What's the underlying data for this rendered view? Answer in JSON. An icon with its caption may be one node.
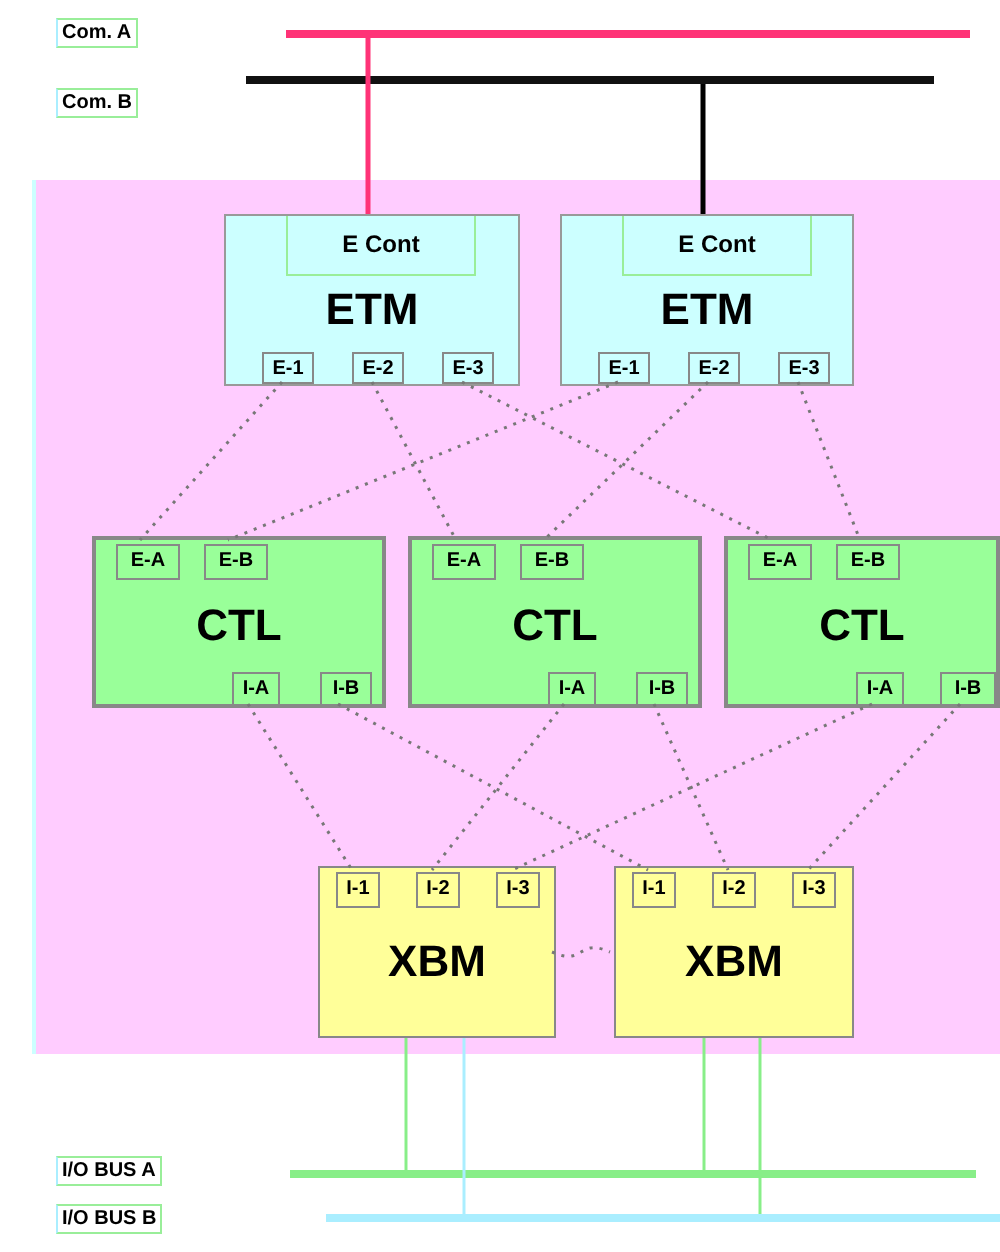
{
  "diagram": {
    "nodes": [
      {
        "text": [],
        "shape": "bar"
      },
      {
        "text": [],
        "shape": "bar"
      },
      {
        "text": [],
        "shape": "box"
      },
      {
        "text": [
          "ETM"
        ],
        "in": 2
      },
      {
        "text": [
          "E Cont"
        ],
        "in": 3
      },
      {
        "text": [
          "E-1"
        ],
        "in": 3
      },
      {
        "text": [
          "E-2"
        ],
        "in": 3
      },
      {
        "text": [
          "E-3"
        ],
        "in": 3
      },
      {
        "text": [
          "ETM"
        ],
        "in": 2
      },
      {
        "text": [
          "E Cont"
        ],
        "in": 8
      },
      {
        "text": [
          "E-1"
        ],
        "in": 8
      },
      {
        "text": [
          "E-2"
        ],
        "in": 8
      },
      {
        "text": [
          "E-3"
        ],
        "in": 8
      },
      {
        "text": [
          "CTL"
        ],
        "in": 2
      },
      {
        "text": [
          "E-A"
        ],
        "in": 13
      },
      {
        "text": [
          "E-B"
        ],
        "in": 13
      },
      {
        "text": [
          "I-A"
        ],
        "in": 13
      },
      {
        "text": [
          "I-B"
        ],
        "in": 13
      },
      {
        "text": [
          "CTL"
        ],
        "in": 2
      },
      {
        "text": [
          "E-A"
        ],
        "in": 18
      },
      {
        "text": [
          "E-B"
        ],
        "in": 18
      },
      {
        "text": [
          "I-A"
        ],
        "in": 18
      },
      {
        "text": [
          "I-B"
        ],
        "in": 18
      },
      {
        "text": [
          "CTL"
        ],
        "in": 2
      },
      {
        "text": [
          "E-A"
        ],
        "in": 23
      },
      {
        "text": [
          "E-B"
        ],
        "in": 23
      },
      {
        "text": [
          "I-A"
        ],
        "in": 23
      },
      {
        "text": [
          "I-B"
        ],
        "in": 23
      },
      {
        "text": [
          "XBM"
        ],
        "in": 2
      },
      {
        "text": [
          "I-1"
        ],
        "in": 28
      },
      {
        "text": [
          "I-2"
        ],
        "in": 28
      },
      {
        "text": [
          "I-3"
        ],
        "in": 28
      },
      {
        "text": [
          "XBM"
        ],
        "in": 2
      },
      {
        "text": [
          "I-1"
        ],
        "in": 32
      },
      {
        "text": [
          "I-2"
        ],
        "in": 32
      },
      {
        "text": [
          "I-3"
        ],
        "in": 32
      },
      {
        "text": [],
        "shape": "bar"
      },
      {
        "text": [],
        "shape": "bar"
      }
    ],
    "labels": [
      "Com. A",
      "Com. B",
      "I/O BUS  A",
      "I/O BUS  B"
    ],
    "edges": [
      {
        "from": 0,
        "to": 3,
        "arrow": "none",
        "color": "#ff3377"
      },
      {
        "from": 1,
        "to": 8,
        "arrow": "none",
        "color": "#000000"
      },
      {
        "from": 5,
        "to": 14,
        "arrow": "none",
        "style": "dashed"
      },
      {
        "from": 6,
        "to": 19,
        "arrow": "none",
        "style": "dashed"
      },
      {
        "from": 7,
        "to": 24,
        "arrow": "none",
        "style": "dashed"
      },
      {
        "from": 10,
        "to": 15,
        "arrow": "none",
        "style": "dashed"
      },
      {
        "from": 11,
        "to": 20,
        "arrow": "none",
        "style": "dashed"
      },
      {
        "from": 12,
        "to": 25,
        "arrow": "none",
        "style": "dashed"
      },
      {
        "from": 16,
        "to": 29,
        "arrow": "none",
        "style": "dashed"
      },
      {
        "from": 17,
        "to": 33,
        "arrow": "none",
        "style": "dashed"
      },
      {
        "from": 21,
        "to": 30,
        "arrow": "none",
        "style": "dashed"
      },
      {
        "from": 22,
        "to": 34,
        "arrow": "none",
        "style": "dashed"
      },
      {
        "from": 26,
        "to": 31,
        "arrow": "none",
        "style": "dashed"
      },
      {
        "from": 27,
        "to": 35,
        "arrow": "none",
        "style": "dashed"
      },
      {
        "from": 28,
        "to": 32,
        "arrow": "none",
        "style": "dashed"
      },
      {
        "from": 28,
        "to": 36,
        "arrow": "none",
        "color": "#88ee88"
      },
      {
        "from": 28,
        "to": 37,
        "arrow": "none",
        "color": "#aaeeff"
      },
      {
        "from": 32,
        "to": 36,
        "arrow": "none",
        "color": "#88ee88"
      },
      {
        "from": 32,
        "to": 37,
        "arrow": "none",
        "color": "#88ee88"
      }
    ]
  }
}
